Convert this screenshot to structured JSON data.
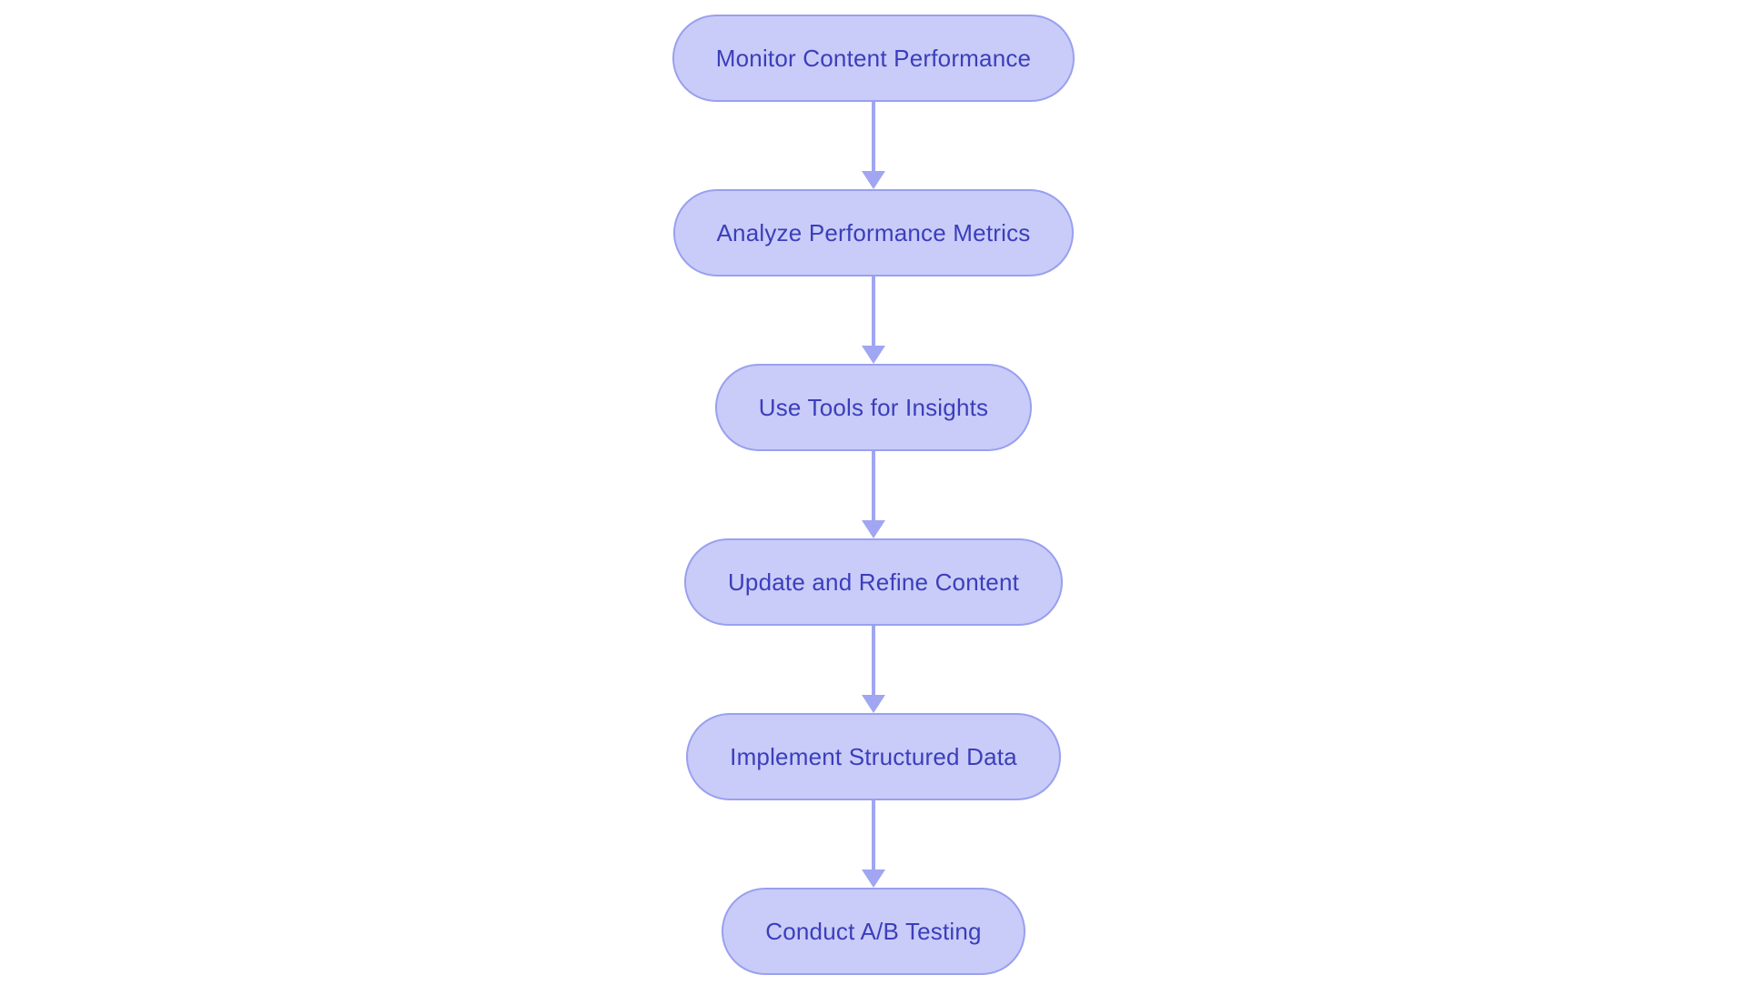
{
  "flowchart": {
    "type": "vertical-flowchart",
    "nodes": [
      {
        "label": "Monitor Content Performance"
      },
      {
        "label": "Analyze Performance Metrics"
      },
      {
        "label": "Use Tools for Insights"
      },
      {
        "label": "Update and Refine Content"
      },
      {
        "label": "Implement Structured Data"
      },
      {
        "label": "Conduct A/B Testing"
      }
    ],
    "connectors": [
      {
        "from": 0,
        "to": 1,
        "style": "arrow-down"
      },
      {
        "from": 1,
        "to": 2,
        "style": "arrow-down"
      },
      {
        "from": 2,
        "to": 3,
        "style": "arrow-down"
      },
      {
        "from": 3,
        "to": 4,
        "style": "arrow-down"
      },
      {
        "from": 4,
        "to": 5,
        "style": "arrow-down"
      }
    ]
  },
  "colors": {
    "node_fill": "#c9ccf8",
    "node_border": "#99a0ef",
    "node_text": "#3b3eba",
    "arrow": "#a0a6f1",
    "background": "#ffffff"
  }
}
